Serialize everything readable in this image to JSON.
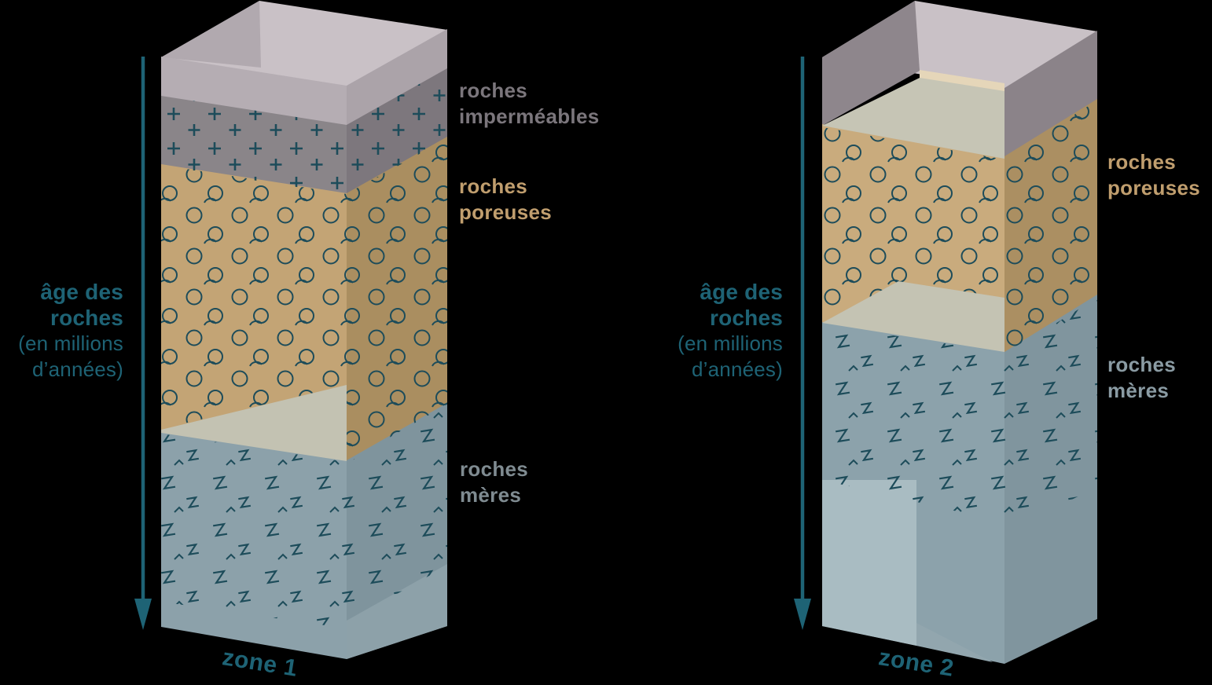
{
  "background_color": "#000000",
  "accent_teal": "#1e6375",
  "pattern_stroke_color": "#1d4c5a",
  "age_axis_label": {
    "line1": "âge des",
    "line2": "roches",
    "line3": "(en millions",
    "line4": "d’années)",
    "color": "#1e6375"
  },
  "zone1": {
    "name": "zone 1",
    "labels": {
      "impermeables": {
        "line1": "roches",
        "line2": "imperméables",
        "color": "#7b767c"
      },
      "poreuses": {
        "line1": "roches",
        "line2": "poreuses",
        "color": "#c09e6e"
      },
      "meres": {
        "line1": "roches",
        "line2": "mères",
        "color": "#7f8b91"
      }
    },
    "textures": {
      "impermeables": "plus-marks",
      "poreuses": "circle-marks",
      "meres": "zigzag-marks"
    }
  },
  "zone2": {
    "name": "zone 2",
    "labels": {
      "poreuses": {
        "line1": "roches",
        "line2": "poreuses",
        "color": "#c09e6e"
      },
      "meres": {
        "line1": "roches",
        "line2": "mères",
        "color": "#8a9ba3"
      }
    },
    "textures": {
      "poreuses": "circle-marks",
      "meres": "zigzag-marks"
    }
  },
  "face_colors": {
    "top_face": "#c9c1c6",
    "cap_front": "#b5adb3",
    "impermeable_front": "#8a8589",
    "impermeable_side": "#7d777d",
    "porous_front": "#c3a475",
    "porous_side": "#aa8e60",
    "source_rock_front": "#8ca1aa",
    "source_rock_side": "#7f949d",
    "exposed_step": "#c3c2b2",
    "notch_highlight": "#a9bcc2"
  }
}
